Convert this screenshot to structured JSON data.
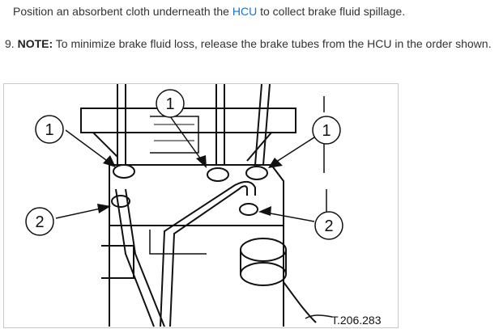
{
  "instructions": {
    "line1_pre": "Position an absorbent cloth underneath the ",
    "line1_link": "HCU",
    "line1_post": " to collect brake fluid spillage.",
    "step_number": "9. ",
    "note_label": "NOTE:",
    "note_text": " To minimize brake fluid loss, release the brake tubes from the HCU in the order shown."
  },
  "figure": {
    "callouts": [
      "1",
      "1",
      "1",
      "2",
      "2"
    ],
    "reference": "T.206.283"
  },
  "colors": {
    "text": "#333333",
    "link": "#1a73c8"
  }
}
